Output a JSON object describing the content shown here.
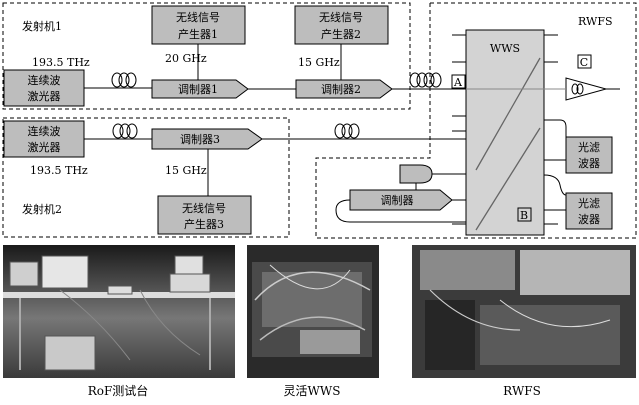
{
  "transmitter1": {
    "label": "发射机1",
    "laser": [
      "连续波",
      "激光器"
    ],
    "laser_freq": "193.5 THz",
    "gen1": [
      "无线信号",
      "产生器1"
    ],
    "gen1_freq": "20 GHz",
    "gen2": [
      "无线信号",
      "产生器2"
    ],
    "gen2_freq": "15 GHz",
    "mod1": "调制器1",
    "mod2": "调制器2"
  },
  "transmitter2": {
    "label": "发射机2",
    "laser": [
      "连续波",
      "激光器"
    ],
    "laser_freq": "193.5 THz",
    "mod3": "调制器3",
    "gen3": [
      "无线信号",
      "产生器3"
    ],
    "gen3_freq": "15 GHz"
  },
  "rwfs": {
    "label": "RWFS",
    "wws": "WWS",
    "port_a": "A",
    "port_b": "B",
    "port_c": "C",
    "filter1": [
      "光滤",
      "波器"
    ],
    "filter2": [
      "光滤",
      "波器"
    ],
    "modulator": "调制器"
  },
  "photos": [
    {
      "caption": "RoF测试台"
    },
    {
      "caption": "灵活WWS"
    },
    {
      "caption": "RWFS"
    }
  ]
}
